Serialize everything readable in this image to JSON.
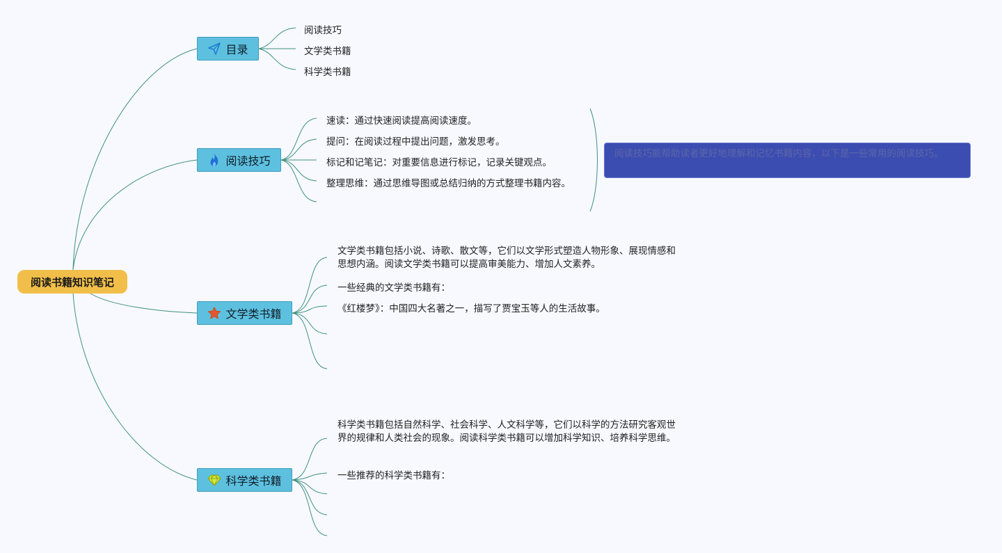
{
  "root": {
    "label": "阅读书籍知识笔记"
  },
  "branches": {
    "toc": {
      "label": "目录",
      "icon": "paper-plane-icon",
      "items": [
        "阅读技巧",
        "文学类书籍",
        "科学类书籍"
      ]
    },
    "skills": {
      "label": "阅读技巧",
      "icon": "flame-icon",
      "items": [
        "速读：通过快速阅读提高阅读速度。",
        "提问：在阅读过程中提出问题，激发思考。",
        "标记和记笔记：对重要信息进行标记，记录关键观点。",
        "整理思维：通过思维导图或总结归纳的方式整理书籍内容。"
      ],
      "summary": "阅读技巧能帮助读者更好地理解和记忆书籍内容，以下是一些常用的阅读技巧。"
    },
    "literature": {
      "label": "文学类书籍",
      "icon": "star-icon",
      "items": [
        "文学类书籍包括小说、诗歌、散文等，它们以文学形式塑造人物形象、展现情感和思想内涵。阅读文学类书籍可以提高审美能力、增加人文素养。",
        "一些经典的文学类书籍有：",
        "《红楼梦》：中国四大名著之一，描写了贾宝玉等人的生活故事。"
      ]
    },
    "science": {
      "label": "科学类书籍",
      "icon": "diamond-icon",
      "items": [
        "科学类书籍包括自然科学、社会科学、人文科学等，它们以科学的方法研究客观世界的规律和人类社会的现象。阅读科学类书籍可以增加科学知识、培养科学思维。",
        "一些推荐的科学类书籍有："
      ]
    }
  },
  "colors": {
    "root": "#f1bf49",
    "branch": "#5ec0df",
    "edge": "#3f8f7f",
    "summary": "#3c4db1"
  }
}
